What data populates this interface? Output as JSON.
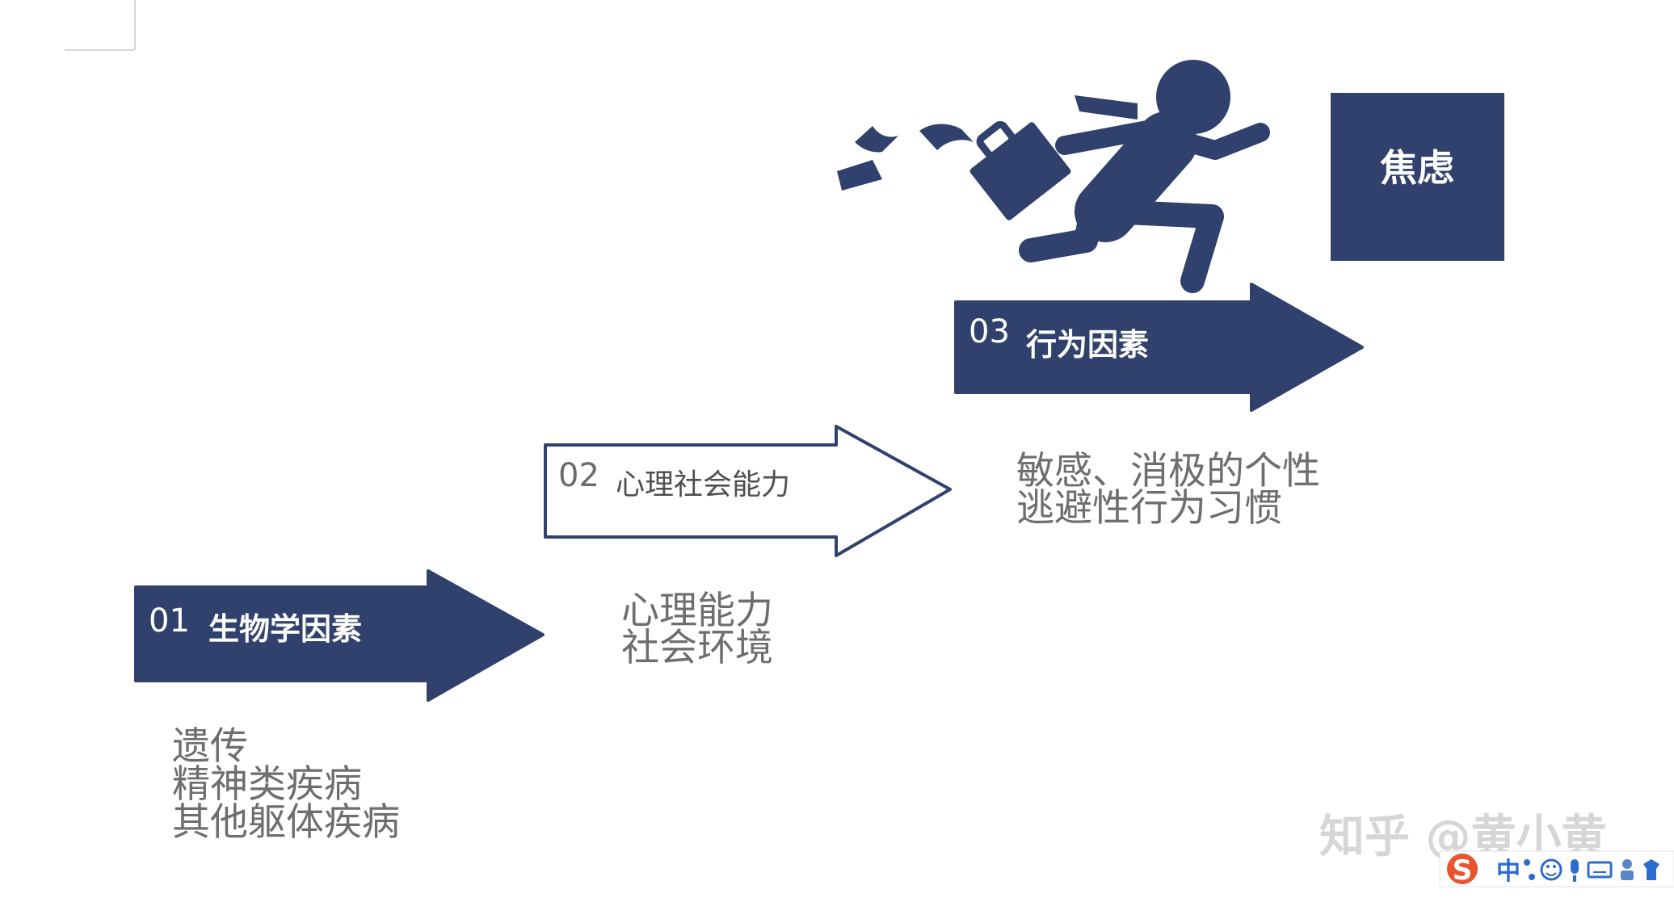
{
  "colors": {
    "primary": "#2f416c",
    "outline": "#2f416c",
    "description_text": "#6e6e6e",
    "watermark": "#d6d6d6"
  },
  "steps": [
    {
      "number": "01",
      "label": "生物学因素",
      "style": "filled",
      "details": [
        "遗传",
        "精神类疾病",
        "其他躯体疾病"
      ]
    },
    {
      "number": "02",
      "label": "心理社会能力",
      "style": "outline",
      "details": [
        "心理能力",
        "社会环境"
      ]
    },
    {
      "number": "03",
      "label": "行为因素",
      "style": "filled",
      "details": [
        "敏感、消极的个性",
        "逃避性行为习惯"
      ]
    }
  ],
  "result": {
    "label": "焦虑"
  },
  "illustration": {
    "icon": "running-businessman-icon"
  },
  "watermark": {
    "text": "知乎 @黄小黄"
  },
  "taskbar": {
    "icons": [
      "sogou-ime-icon",
      "chinese-mode-icon",
      "punctuation-icon",
      "emoji-icon",
      "microphone-icon",
      "keyboard-icon",
      "user-icon",
      "skin-icon"
    ],
    "ime_mode": "中"
  }
}
